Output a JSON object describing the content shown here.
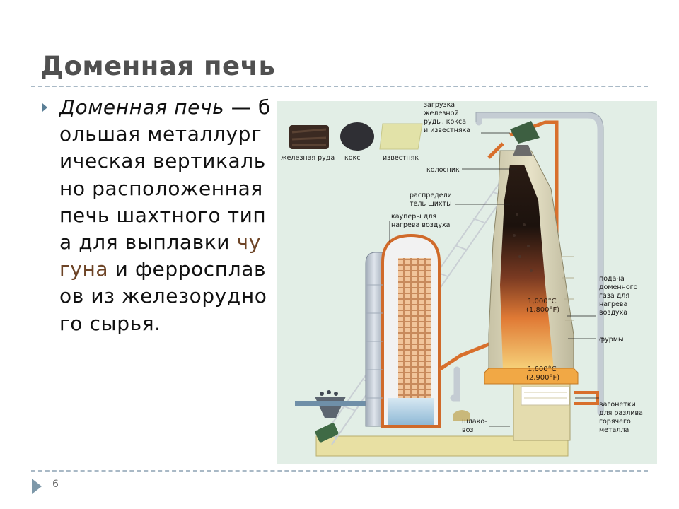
{
  "slide": {
    "title": "Доменная печь",
    "page_number": "6"
  },
  "content": {
    "term": "Доменная печь",
    "definition_part1": " — большая металлургическая вертикально расположенная печь шахтного типа для выплавки ",
    "link_text": "чугуна",
    "definition_part2": " и ферросплавов из железорудного сырья."
  },
  "figure": {
    "materials": {
      "iron_ore": "железная руда",
      "coke": "кокс",
      "limestone": "известняк"
    },
    "labels": {
      "charging_l1": "загрузка",
      "charging_l2": "железной",
      "charging_l3": "руды, кокса",
      "charging_l4": "и известняка",
      "grate": "колосник",
      "distributor_l1": "распредели",
      "distributor_l2": "тель шихты",
      "stoves_l1": "кауперы для",
      "stoves_l2": "нагрева воздуха",
      "gas_l1": "подача",
      "gas_l2": "доменного",
      "gas_l3": "газа для",
      "gas_l4": "нагрева",
      "gas_l5": "воздуха",
      "tuyeres": "фурмы",
      "slag_l1": "шлако-",
      "slag_l2": "воз",
      "wagons_l1": "вагонетки",
      "wagons_l2": "для разлива",
      "wagons_l3": "горячего",
      "wagons_l4": "металла"
    },
    "temps": {
      "t1_c": "1,000°C",
      "t1_f": "(1,800°F)",
      "t2_c": "1,600°C",
      "t2_f": "(2,900°F)"
    }
  },
  "colors": {
    "title": "#505050",
    "accent": "#5a7f96",
    "link": "#6d4426",
    "figure_bg": "#e2eee6"
  }
}
